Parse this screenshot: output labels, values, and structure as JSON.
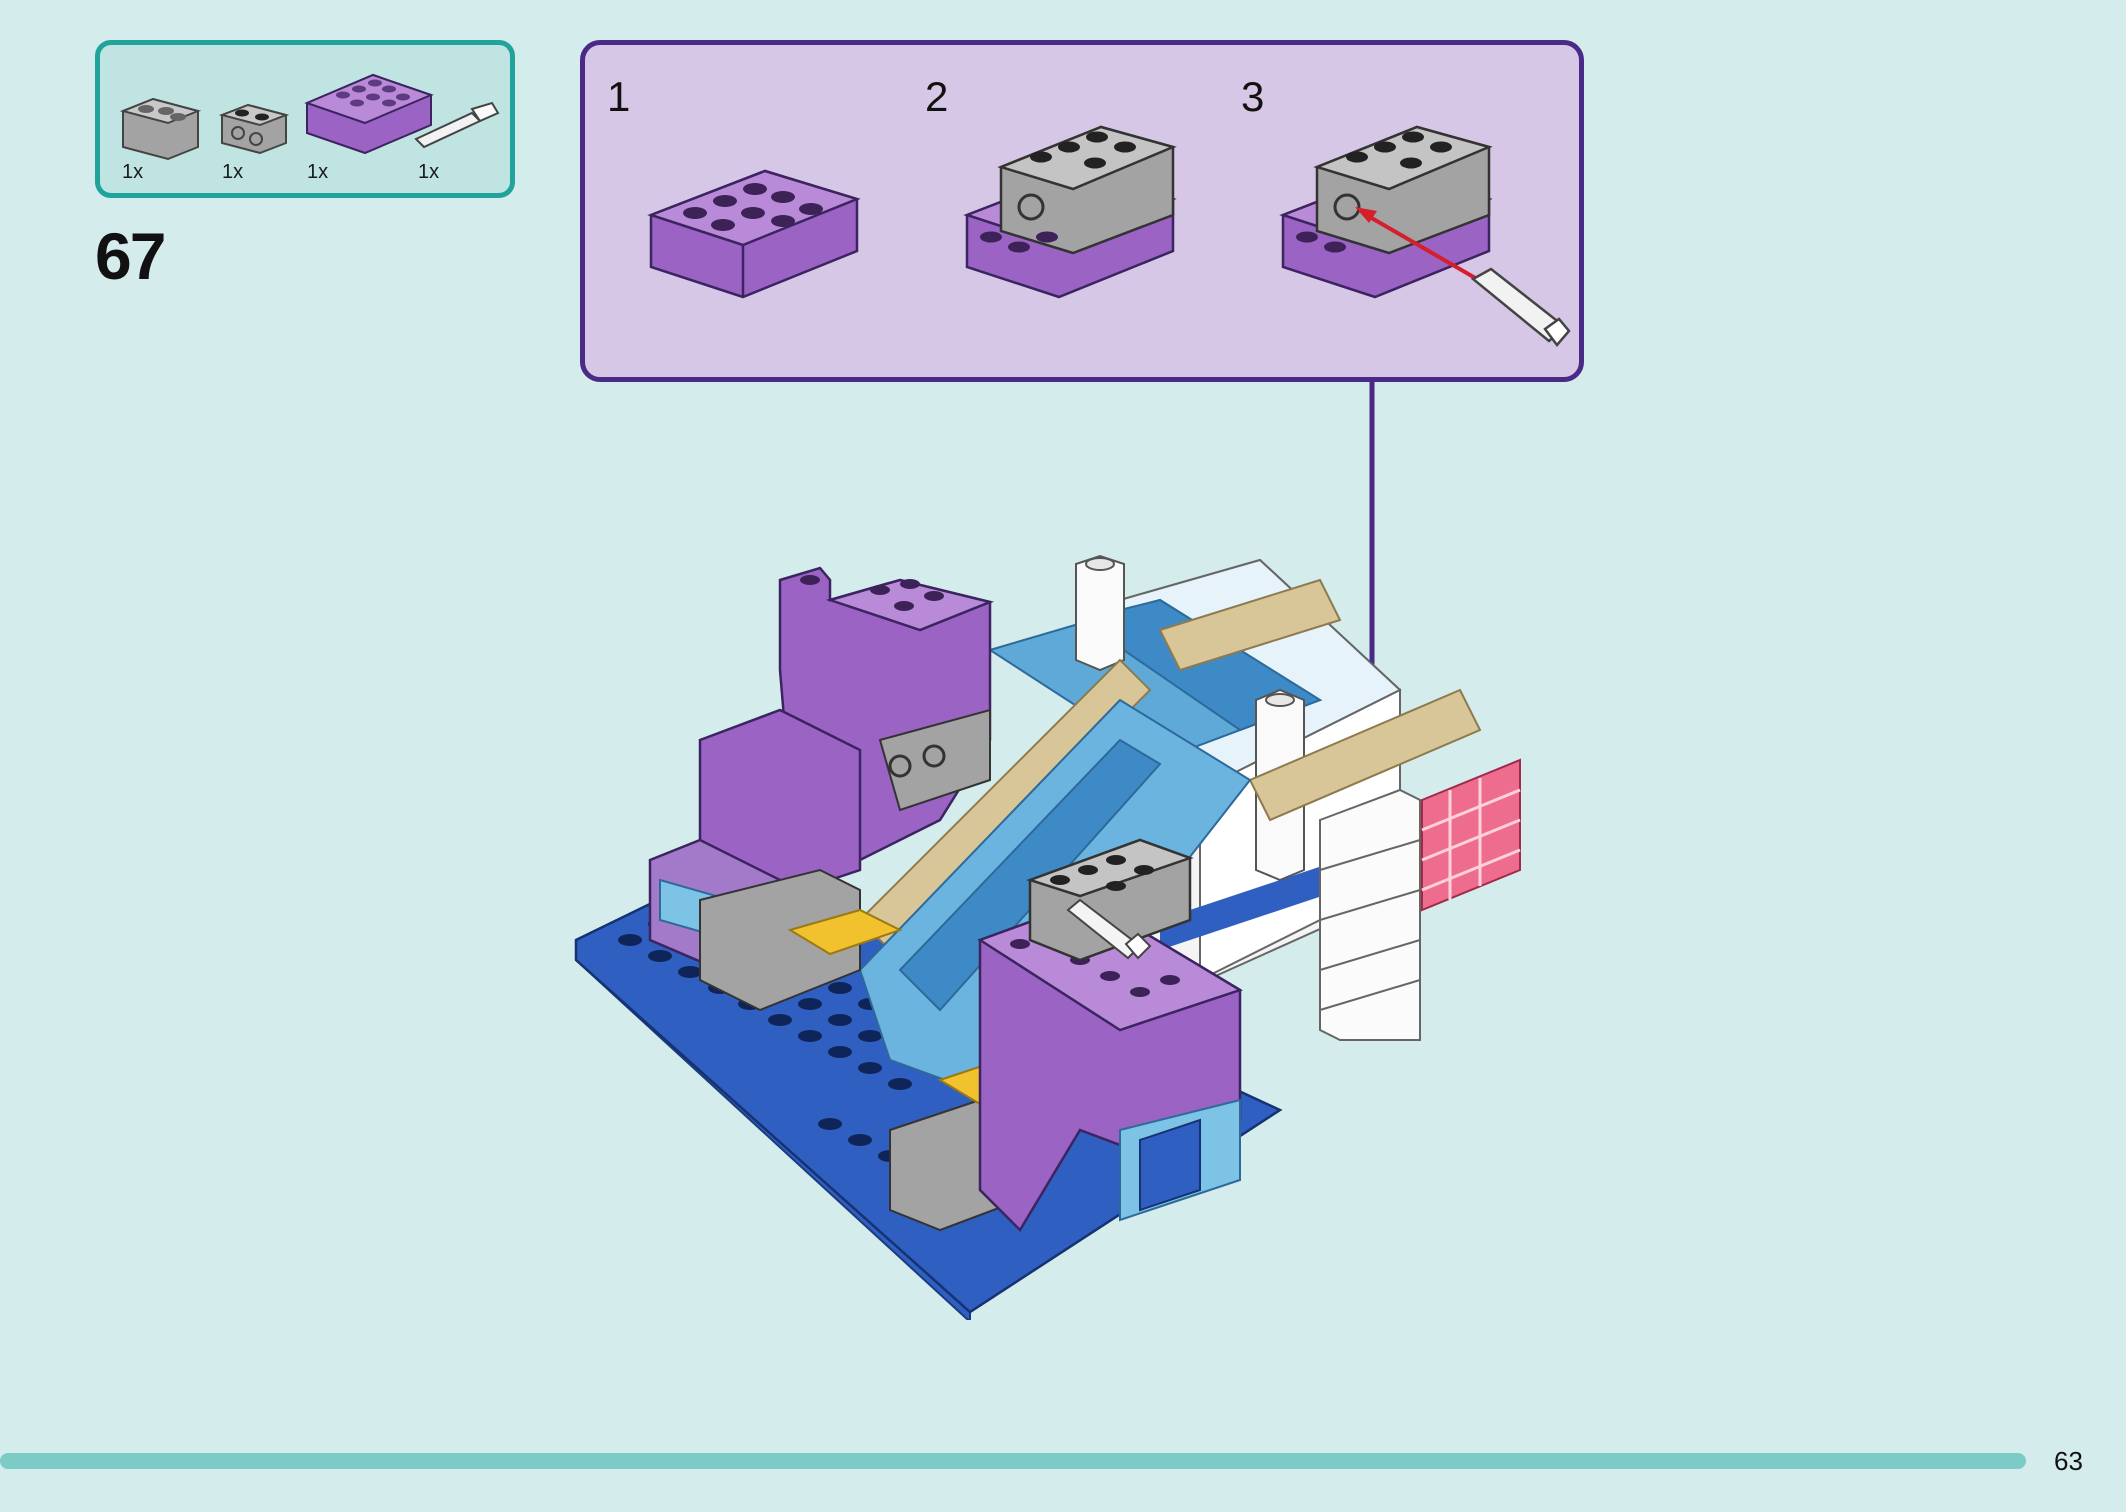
{
  "parts_list": {
    "items": [
      {
        "name": "gray-l-brick",
        "qty": "1x"
      },
      {
        "name": "gray-technic-brick-1x2",
        "qty": "1x"
      },
      {
        "name": "purple-brick-2x4",
        "qty": "1x"
      },
      {
        "name": "white-axle-pin",
        "qty": "1x"
      }
    ]
  },
  "step": {
    "number": "67"
  },
  "substeps": [
    {
      "label": "1"
    },
    {
      "label": "2"
    },
    {
      "label": "3"
    }
  ],
  "footer": {
    "page_number": "63",
    "progress": 0.953
  },
  "colors": {
    "background": "#d4ecec",
    "parts_box_border": "#1fa39a",
    "parts_box_fill": "#bfe4e1",
    "substep_border": "#4a2a86",
    "substep_fill": "#d6c7e6",
    "progress_bar": "#7ccbc6",
    "purple_brick": "#9b63c4",
    "gray_brick": "#a3a3a3",
    "blue_plate": "#2f5fc0",
    "light_blue": "#7cc3e6",
    "arrow_red": "#d4202c"
  }
}
